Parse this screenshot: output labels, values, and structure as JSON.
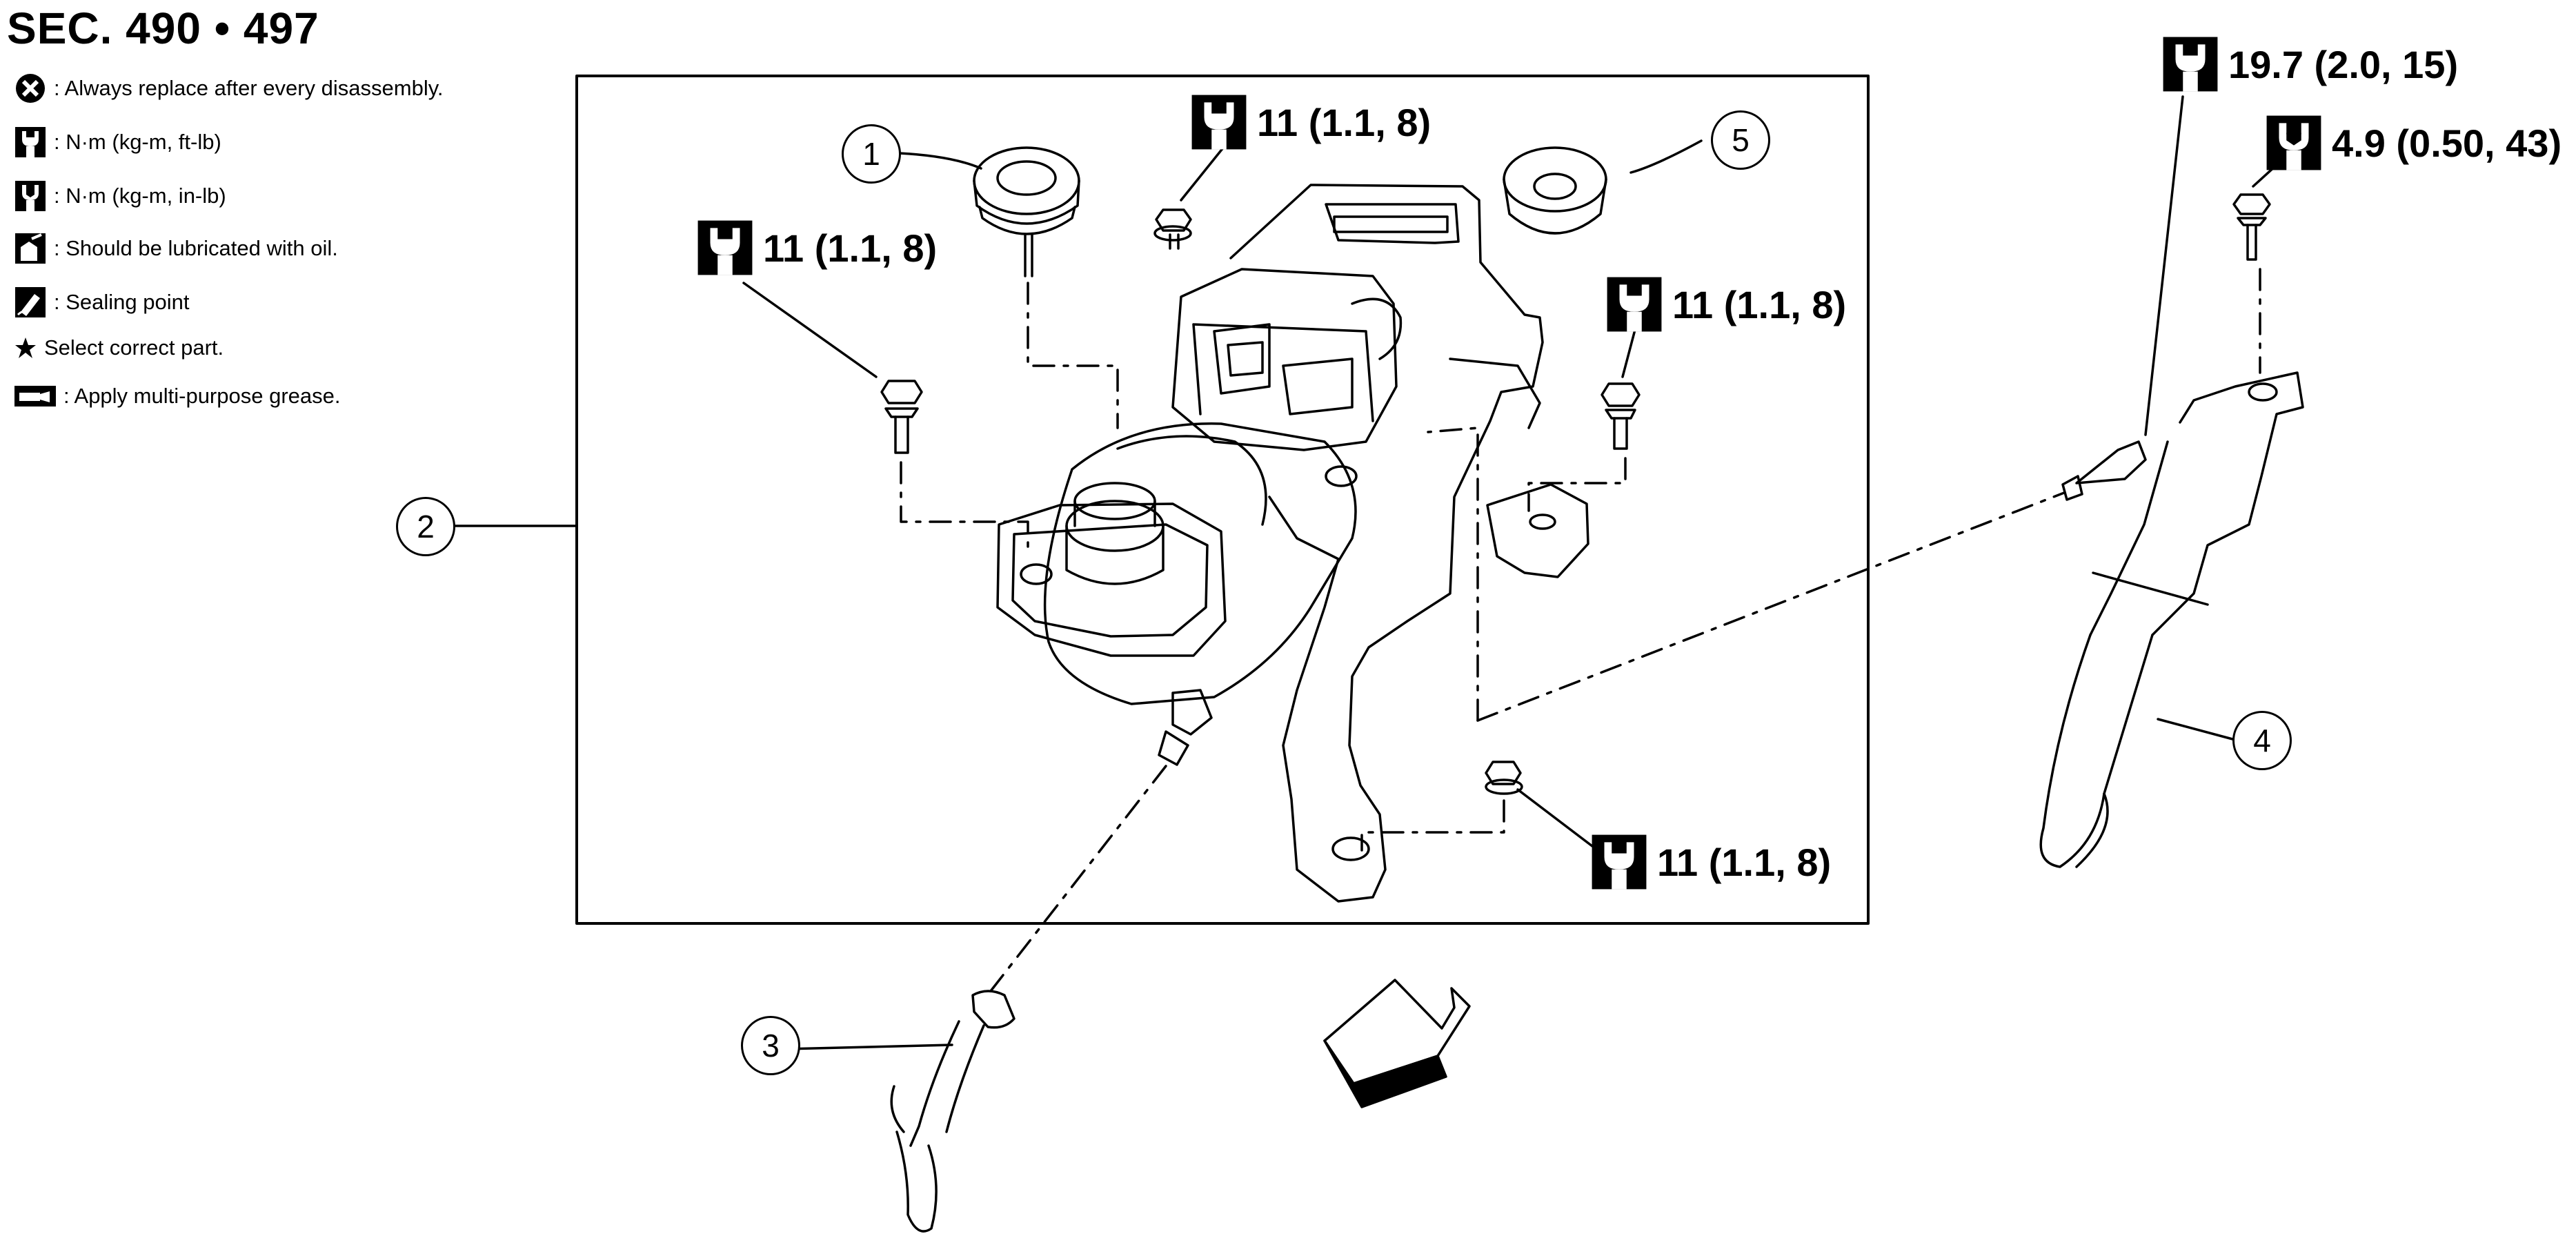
{
  "header": {
    "section_code": "SEC. 490 • 497"
  },
  "legend": [
    {
      "icon": "always-replace-icon",
      "text": ": Always replace after every disassembly."
    },
    {
      "icon": "torque-ft-lb-icon",
      "text": ": N·m (kg-m, ft-lb)"
    },
    {
      "icon": "torque-in-lb-icon",
      "text": ": N·m (kg-m, in-lb)"
    },
    {
      "icon": "oil-can-icon",
      "text": ": Should be lubricated with oil."
    },
    {
      "icon": "sealing-point-icon",
      "text": ": Sealing point"
    },
    {
      "icon": "star-icon",
      "text": "Select correct part."
    },
    {
      "icon": "grease-icon",
      "text": ": Apply multi-purpose grease."
    }
  ],
  "torque_labels": [
    {
      "id": "torque-mount-left",
      "icon": "torque-ft-lb-icon",
      "text": "11 (1.1, 8)"
    },
    {
      "id": "torque-mount-top",
      "icon": "torque-ft-lb-icon",
      "text": "11 (1.1, 8)"
    },
    {
      "id": "torque-mount-right",
      "icon": "torque-ft-lb-icon",
      "text": "11 (1.1, 8)"
    },
    {
      "id": "torque-mount-bottom",
      "icon": "torque-ft-lb-icon",
      "text": "11 (1.1, 8)"
    },
    {
      "id": "torque-line-nut",
      "icon": "torque-ft-lb-icon",
      "text": "19.7 (2.0, 15)"
    },
    {
      "id": "torque-clip-bolt",
      "icon": "torque-in-lb-icon",
      "text": "4.9 (0.50, 43)"
    }
  ],
  "callouts": [
    "1",
    "2",
    "3",
    "4",
    "5"
  ],
  "colors": {
    "ink": "#000000",
    "paper": "#ffffff"
  }
}
